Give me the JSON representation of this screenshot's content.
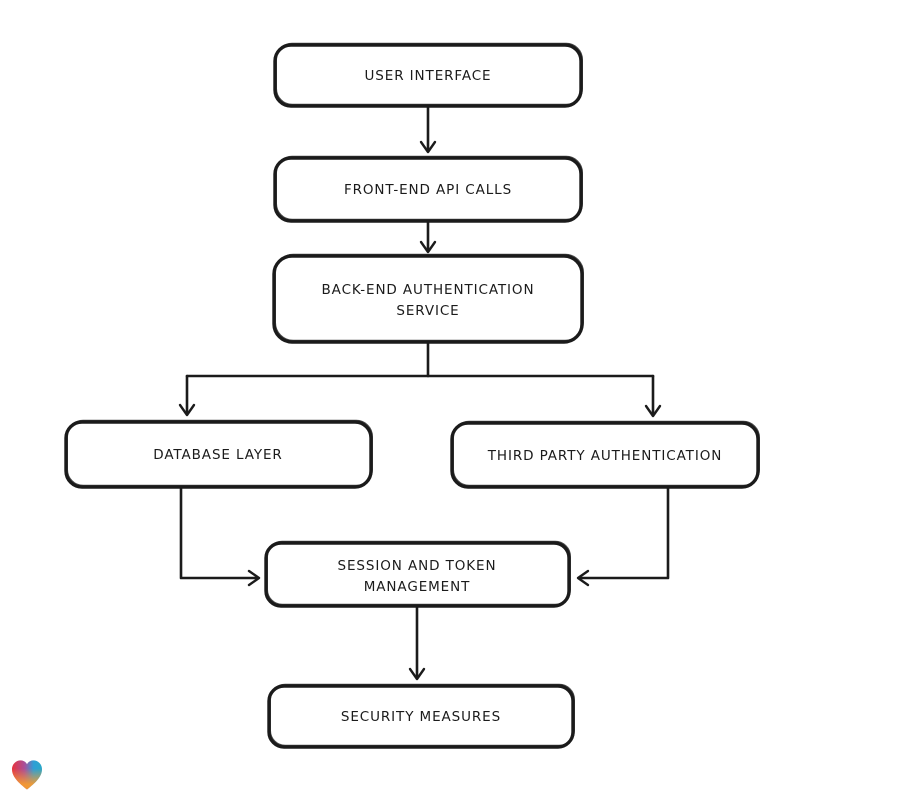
{
  "page": {
    "background_color": "#ffffff"
  },
  "diagram": {
    "type": "flowchart",
    "direction": "top-down",
    "style": {
      "node_fill": "#ffffff",
      "node_stroke": "#1b1b1b",
      "text_color": "#1b1b1b",
      "stroke_style": "hand-drawn"
    },
    "nodes": [
      {
        "id": "user-interface",
        "lines": [
          "USER INTERFACE"
        ]
      },
      {
        "id": "front-end-api-calls",
        "lines": [
          "FRONT-END API CALLS"
        ]
      },
      {
        "id": "back-end-authentication-service",
        "lines": [
          "BACK-END AUTHENTICATION",
          "SERVICE"
        ]
      },
      {
        "id": "database-layer",
        "lines": [
          "DATABASE LAYER"
        ]
      },
      {
        "id": "third-party-authentication",
        "lines": [
          "THIRD PARTY AUTHENTICATION"
        ]
      },
      {
        "id": "session-and-token-management",
        "lines": [
          "SESSION AND TOKEN",
          "MANAGEMENT"
        ]
      },
      {
        "id": "security-measures",
        "lines": [
          "SECURITY MEASURES"
        ]
      }
    ],
    "edges": [
      {
        "from": "user-interface",
        "to": "front-end-api-calls"
      },
      {
        "from": "front-end-api-calls",
        "to": "back-end-authentication-service"
      },
      {
        "from": "back-end-authentication-service",
        "to": "database-layer"
      },
      {
        "from": "back-end-authentication-service",
        "to": "third-party-authentication"
      },
      {
        "from": "database-layer",
        "to": "session-and-token-management"
      },
      {
        "from": "third-party-authentication",
        "to": "session-and-token-management"
      },
      {
        "from": "session-and-token-management",
        "to": "security-measures"
      }
    ]
  },
  "branding": {
    "logo": "gradient-heart",
    "colors": {
      "red": "#e8333c",
      "purple": "#a94f9b",
      "blue": "#2d9fd6",
      "teal": "#2aa7c8",
      "orange": "#f59b31"
    }
  }
}
